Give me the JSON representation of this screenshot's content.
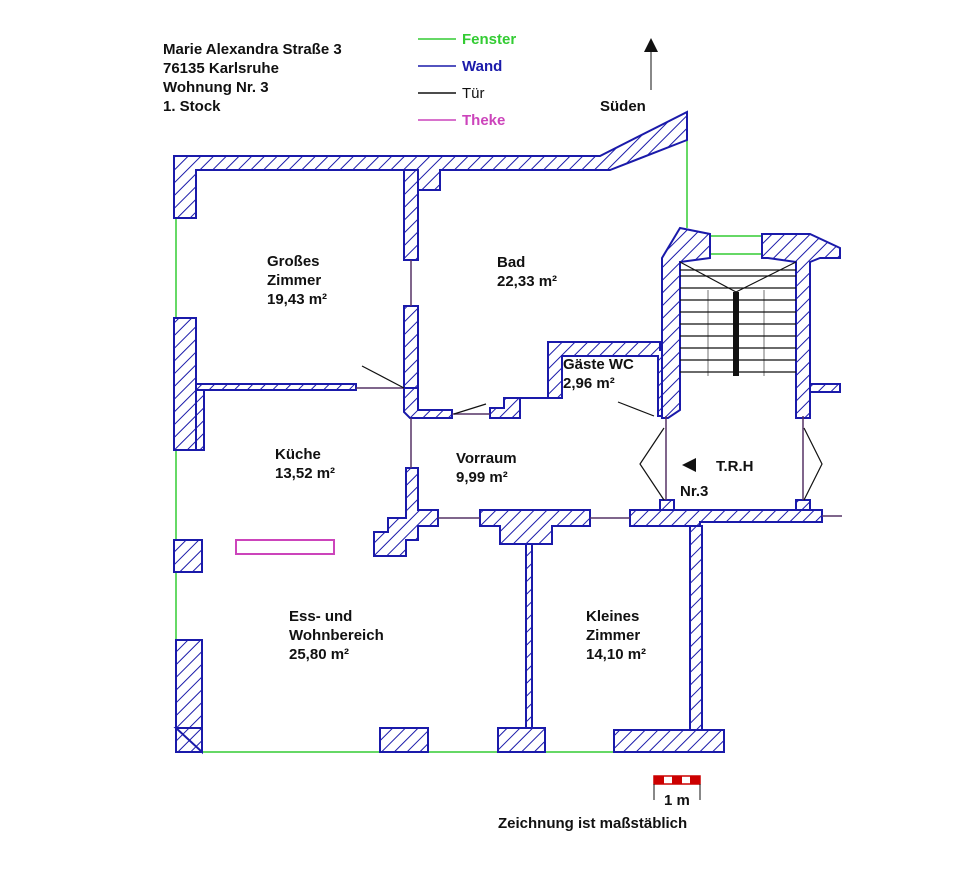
{
  "address": {
    "line1": "Marie Alexandra Straße 3",
    "line2": "76135 Karlsruhe",
    "line3": "Wohnung Nr. 3",
    "line4": "1. Stock"
  },
  "legend": [
    {
      "label": "Fenster",
      "color": "#33cc33"
    },
    {
      "label": "Wand",
      "color": "#1a1aaa"
    },
    {
      "label": "Tür",
      "color": "#111111"
    },
    {
      "label": "Theke",
      "color": "#cc44bb"
    }
  ],
  "north": {
    "label": "Süden"
  },
  "rooms": {
    "grosses": {
      "name1": "Großes",
      "name2": "Zimmer",
      "area": "19,43 m²"
    },
    "bad": {
      "name": "Bad",
      "area": "22,33 m²"
    },
    "gaeste": {
      "name": "Gäste WC",
      "area": "2,96 m²"
    },
    "kueche": {
      "name": "Küche",
      "area": "13,52 m²"
    },
    "vorraum": {
      "name": "Vorraum",
      "area": "9,99 m²"
    },
    "ess": {
      "name1": "Ess- und",
      "name2": "Wohnbereich",
      "area": "25,80 m²"
    },
    "kleines": {
      "name1": "Kleines",
      "name2": "Zimmer",
      "area": "14,10 m²"
    }
  },
  "stair": {
    "label1": "T.R.H",
    "label2": "Nr.3"
  },
  "scale": {
    "label": "1 m",
    "note": "Zeichnung ist maßstäblich"
  },
  "colors": {
    "wall": "#1a1aaa",
    "window": "#33cc33",
    "door": "#111111",
    "counter": "#cc44bb",
    "door_line": "#553366"
  }
}
